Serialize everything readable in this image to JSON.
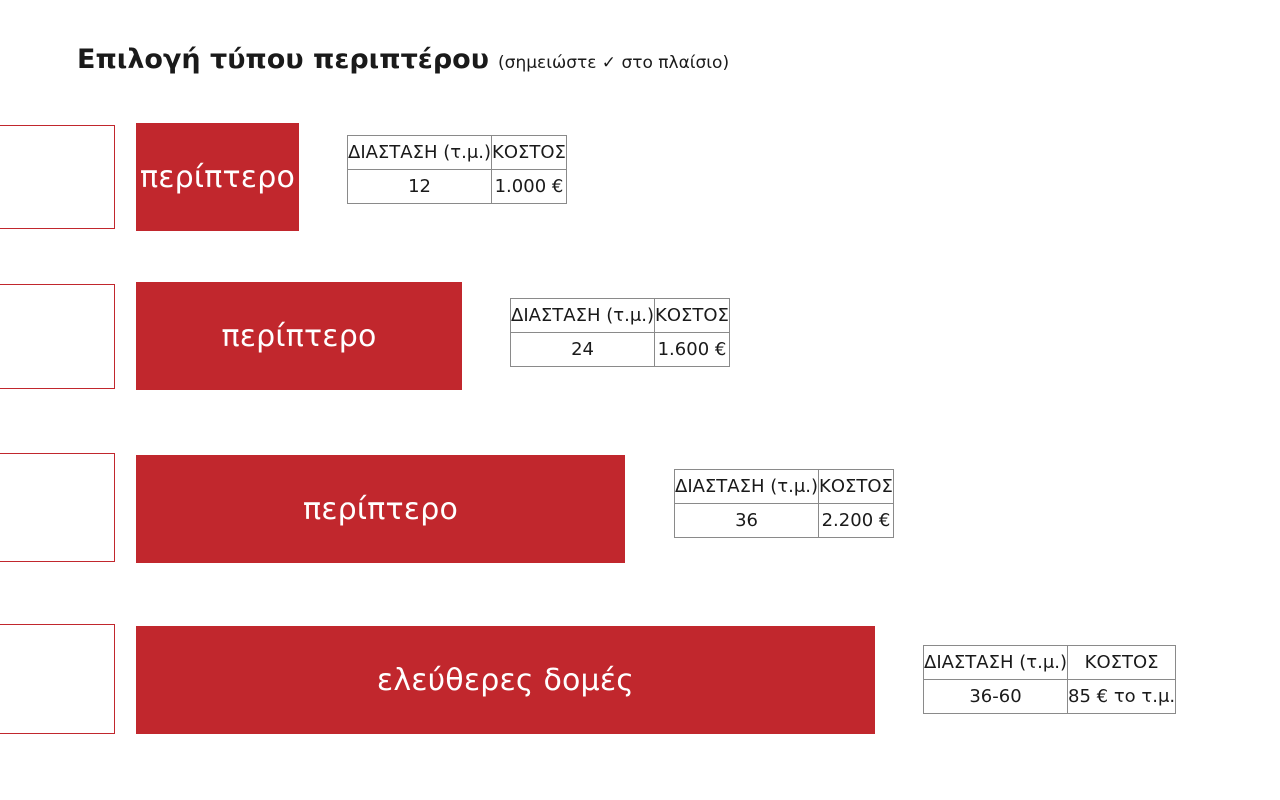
{
  "heading": {
    "title": "Επιλογή τύπου περιπτέρου",
    "note": "(σημειώστε ✓ στο πλαίσιο)"
  },
  "table_headers": {
    "dimension": "ΔΙΑΣΤΑΣΗ (τ.μ.)",
    "cost": "ΚΟΣΤΟΣ"
  },
  "options": [
    {
      "label": "περίπτερο",
      "dimension": "12",
      "cost": "1.000 €",
      "checked": false
    },
    {
      "label": "περίπτερο",
      "dimension": "24",
      "cost": "1.600 €",
      "checked": false
    },
    {
      "label": "περίπτερο",
      "dimension": "36",
      "cost": "2.200 €",
      "checked": false
    },
    {
      "label": "ελεύθερες δομές",
      "dimension": "36-60",
      "cost": "85 € το τ.μ.",
      "checked": false
    }
  ],
  "colors": {
    "accent": "#c1272d",
    "text": "#1a1a1a",
    "table_border": "#8a8a8a"
  }
}
